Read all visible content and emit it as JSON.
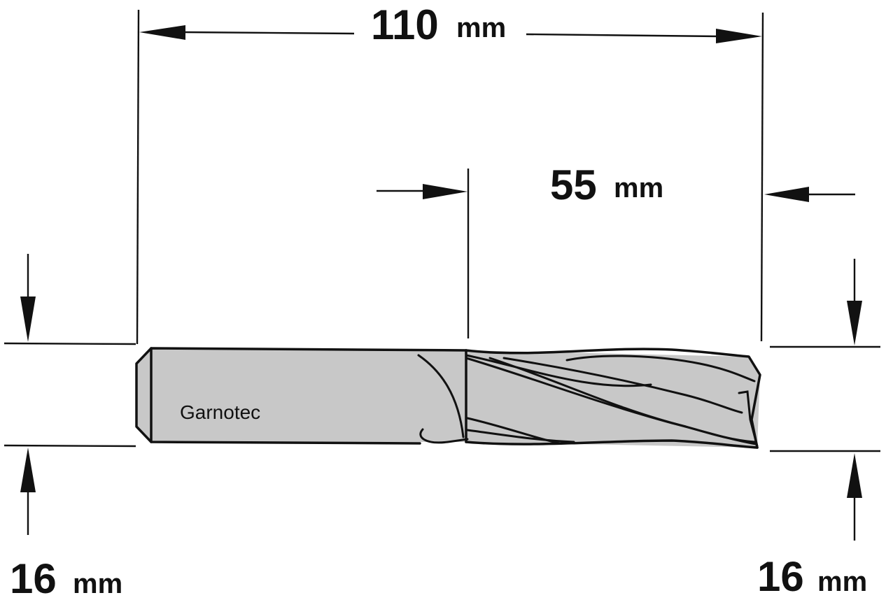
{
  "dimensions": {
    "overall_length": {
      "value": "110",
      "unit": "mm"
    },
    "cutting_length": {
      "value": "55",
      "unit": "mm"
    },
    "shank_diameter": {
      "value": "16",
      "unit": "mm"
    },
    "cutting_diameter": {
      "value": "16",
      "unit": "mm"
    }
  },
  "tool": {
    "brand_label": "Garnotec",
    "body_color": "#c8c8c8",
    "line_color": "#111111"
  }
}
